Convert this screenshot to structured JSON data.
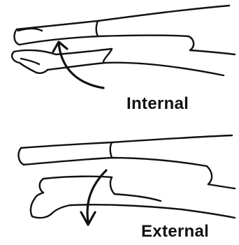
{
  "panels": [
    {
      "caption": "Internal",
      "rotation": "internal"
    },
    {
      "caption": "External",
      "rotation": "external"
    }
  ]
}
